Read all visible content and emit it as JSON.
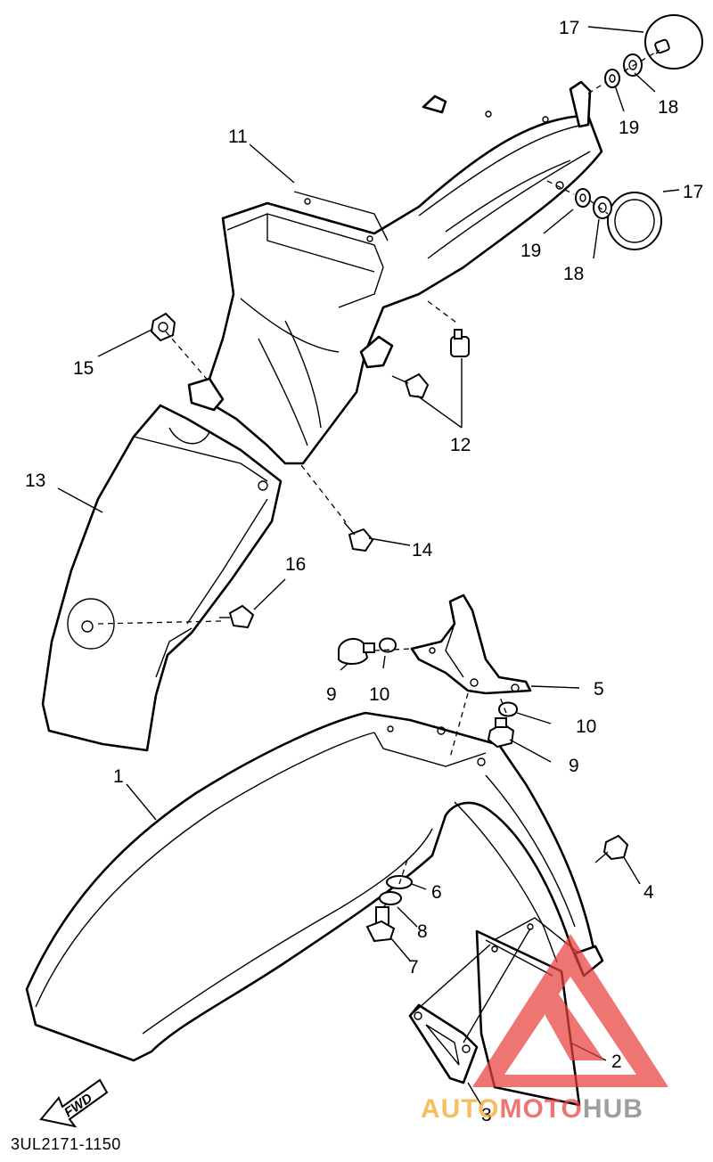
{
  "diagram": {
    "code": "3UL2171-1150",
    "fwd_label": "FWD",
    "callouts": [
      "1",
      "2",
      "3",
      "4",
      "5",
      "6",
      "7",
      "8",
      "9",
      "9",
      "10",
      "10",
      "11",
      "12",
      "13",
      "14",
      "15",
      "16",
      "17",
      "17",
      "18",
      "18",
      "19",
      "19"
    ]
  },
  "watermark": {
    "text_a": "AUTO",
    "text_b": "MOTO",
    "text_c": "HUB",
    "color_a": "#f5a623",
    "color_b": "#e8413c",
    "color_c": "#7a7a7a"
  }
}
